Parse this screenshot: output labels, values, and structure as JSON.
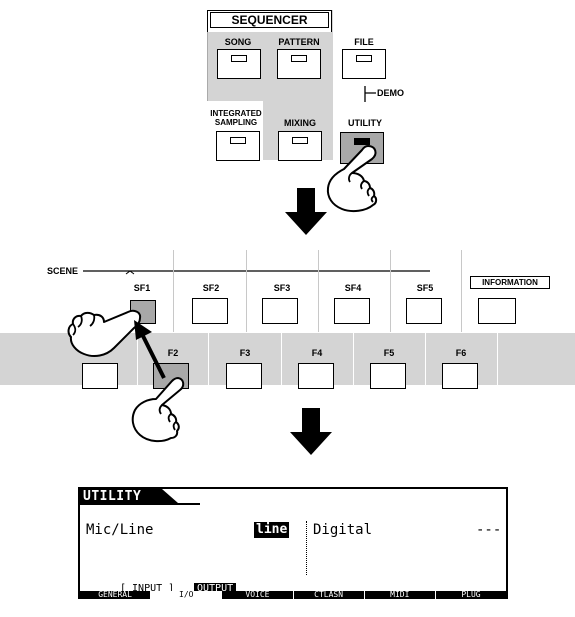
{
  "sequencer": {
    "header": "SEQUENCER",
    "buttons": {
      "song": "SONG",
      "pattern": "PATTERN",
      "file": "FILE",
      "integrated_sampling_line1": "INTEGRATED",
      "integrated_sampling_line2": "SAMPLING",
      "mixing": "MIXING",
      "utility": "UTILITY"
    },
    "demo_label": "DEMO"
  },
  "function_buttons": {
    "scene_label": "SCENE",
    "subfunctions": [
      "SF1",
      "SF2",
      "SF3",
      "SF4",
      "SF5"
    ],
    "information": "INFORMATION",
    "functions": [
      "F2",
      "F3",
      "F4",
      "F5",
      "F6"
    ]
  },
  "lcd": {
    "title": "UTILITY",
    "mic_line_label": "Mic/Line",
    "mic_line_value": "line",
    "digital_label": "Digital",
    "digital_value": "---",
    "subtab_input": "[ INPUT ]",
    "subtab_output": "OUTPUT",
    "tabs": [
      "GENERAL",
      "I/O",
      "VOICE",
      "CTLASN",
      "MIDI",
      "PLUG"
    ],
    "active_tab": "I/O"
  },
  "colors": {
    "panel_gray": "#d4d4d4",
    "pressed_gray": "#a8a8a8",
    "lcd_bg": "#ffffff",
    "ink": "#000000"
  }
}
